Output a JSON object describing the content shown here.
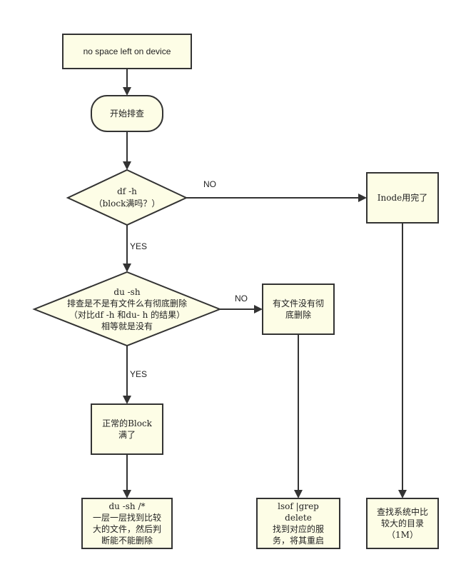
{
  "nodes": {
    "start": {
      "text": "no space left on device"
    },
    "begin": {
      "text": "开始排查"
    },
    "df": {
      "line1": "df -h",
      "line2": "（block满吗？）"
    },
    "inode": {
      "text": "Inode用完了"
    },
    "du": {
      "line1": "du -sh",
      "line2": "排查是不是有文件么有彻底删除",
      "line3": "（对比df -h 和du- h 的结果）",
      "line4": "相等就是没有"
    },
    "undeleted": {
      "line1": "有文件没有彻",
      "line2": "底删除"
    },
    "normal": {
      "line1": "正常的Block",
      "line2": "满了"
    },
    "dustar": {
      "line1": "du -sh /*",
      "line2": "一层一层找到比较",
      "line3": "大的文件，然后判",
      "line4": "断能不能删除"
    },
    "lsof": {
      "line1": "lsof |grep",
      "line2": "delete",
      "line3": "找到对应的服",
      "line4": "务，将其重启"
    },
    "bigdir": {
      "line1": "查找系统中比",
      "line2": "较大的目录",
      "line3": "（1M）"
    }
  },
  "edges": {
    "df_no": "NO",
    "df_yes": "YES",
    "du_no": "NO",
    "du_yes": "YES"
  },
  "colors": {
    "fill": "#fdfde6",
    "stroke": "#333333"
  }
}
